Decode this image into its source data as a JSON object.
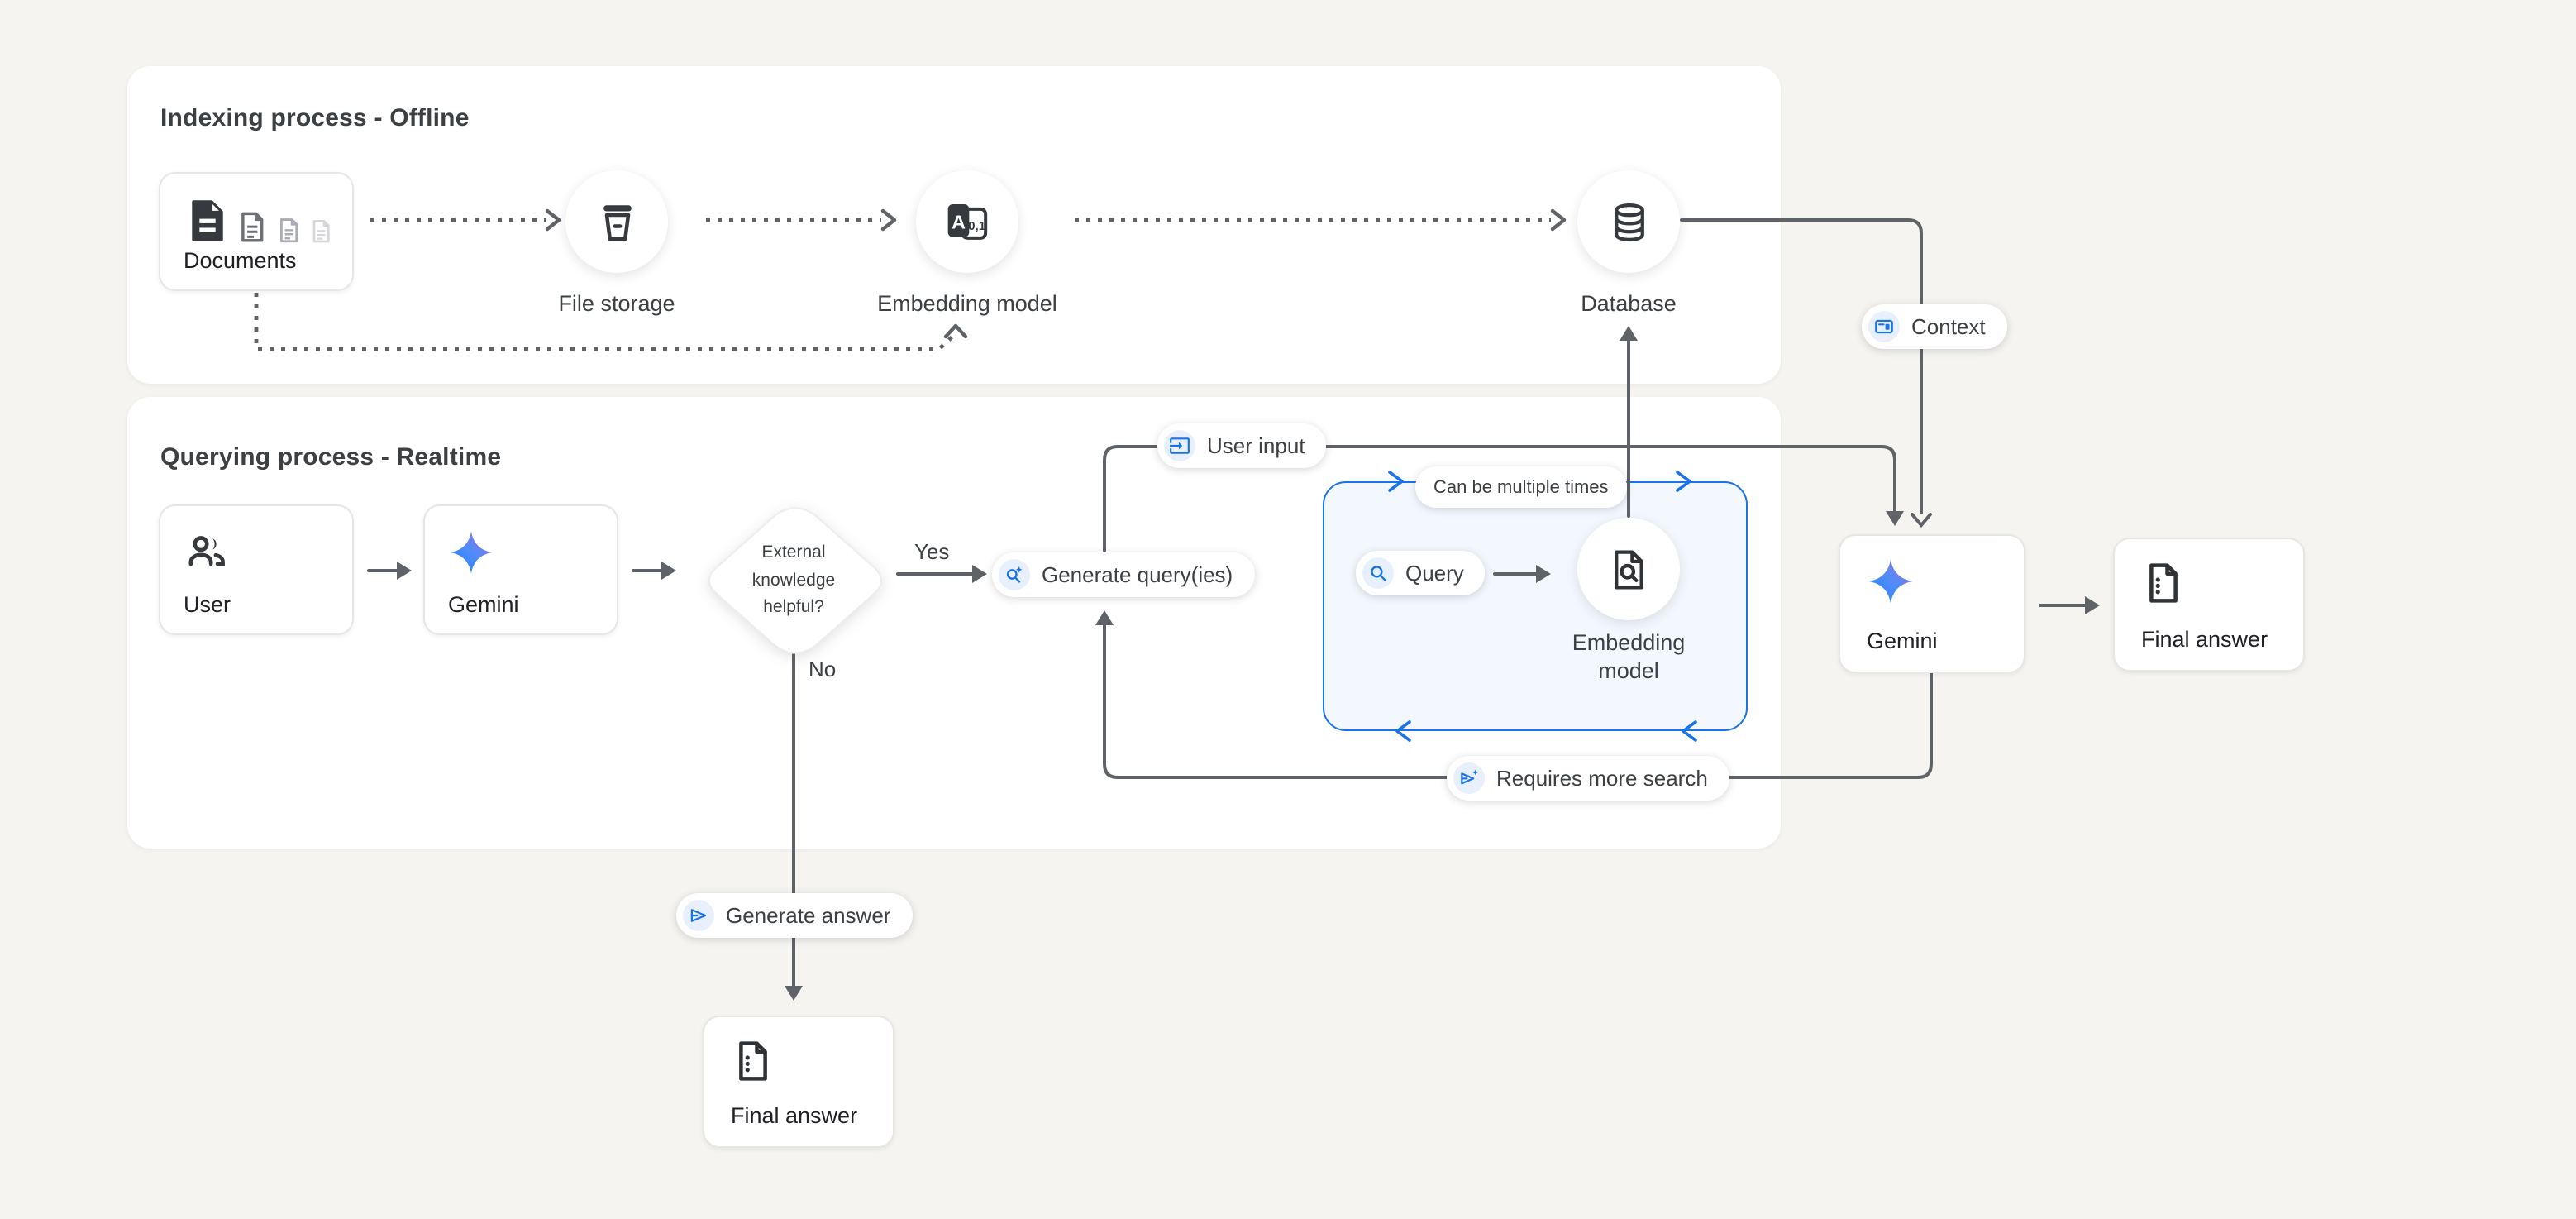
{
  "colors": {
    "accent": "#1a73e8",
    "accent_bg": "#e8f0fe",
    "line": "#5f6368",
    "text": "#3c4043",
    "loop_box_fill": "#f3f8fe",
    "canvas": "#f5f4f1"
  },
  "indexing": {
    "title": "Indexing process - Offline",
    "documents": "Documents",
    "file_storage": "File storage",
    "embedding_model": "Embedding model",
    "database": "Database",
    "embedding_icon_letter": "A",
    "embedding_icon_digits": "0,1"
  },
  "querying": {
    "title": "Querying process - Realtime",
    "user": "User",
    "gemini": "Gemini",
    "decision": "External knowledge helpful?",
    "yes": "Yes",
    "no": "No",
    "generate_queries": "Generate query(ies)",
    "user_input": "User input",
    "loop_note": "Can be multiple times",
    "query": "Query",
    "embedding_model": "Embedding model",
    "requires_more_search": "Requires more search",
    "generate_answer": "Generate answer",
    "final_answer": "Final answer"
  },
  "output": {
    "context": "Context",
    "gemini": "Gemini",
    "final_answer": "Final answer"
  }
}
